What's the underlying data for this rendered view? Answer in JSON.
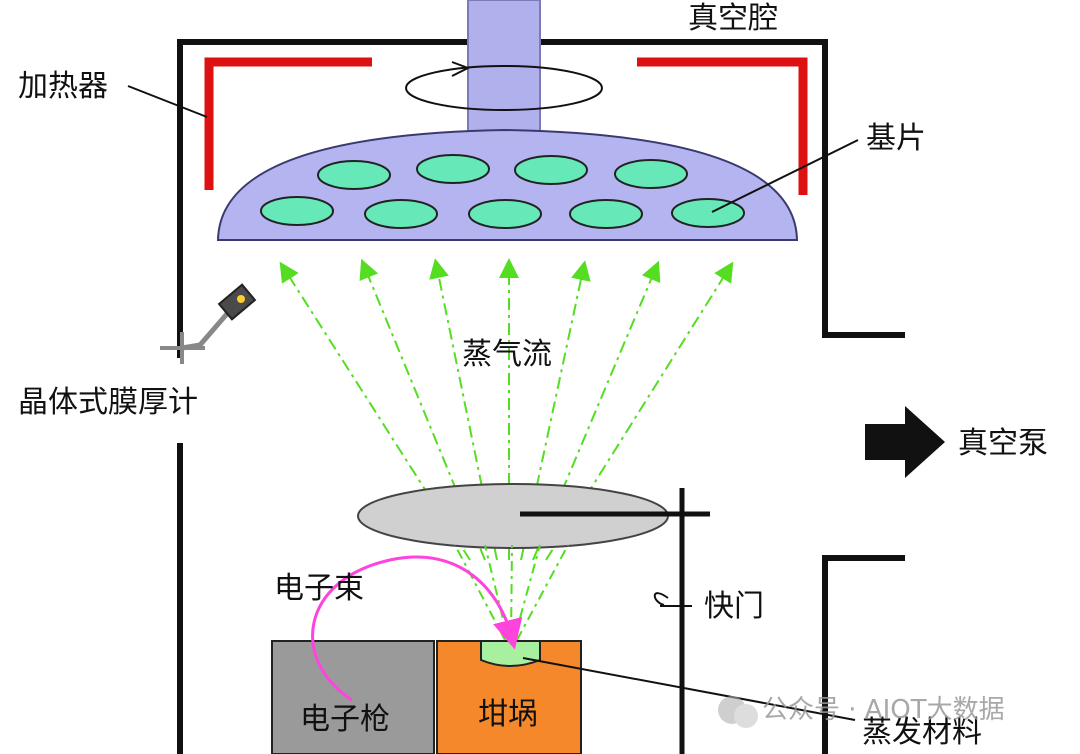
{
  "labels": {
    "vacuum_chamber": "真空腔",
    "heater": "加热器",
    "substrate": "基片",
    "vapor_flow": "蒸气流",
    "crystal_monitor": "晶体式膜厚计",
    "vacuum_pump": "真空泵",
    "electron_beam": "电子束",
    "shutter": "快门",
    "electron_gun": "电子枪",
    "crucible": "坩埚",
    "evaporation_material": "蒸发材料"
  },
  "watermark": "公众号 · AIOT大数据",
  "colors": {
    "heater": "#dd1111",
    "dome": "#b4b4f0",
    "substrate": "#66e8b8",
    "vapor": "#55dd22",
    "shutter": "#d0d0d0",
    "gun": "#9a9a9a",
    "crucible": "#f5882a",
    "material": "#a8f0a0",
    "beam": "#ff44dd"
  },
  "icons": [
    "rotation-arrow-icon",
    "vacuum-pump-arrow-icon",
    "shutter-rotation-icon",
    "crystal-sensor-icon"
  ]
}
